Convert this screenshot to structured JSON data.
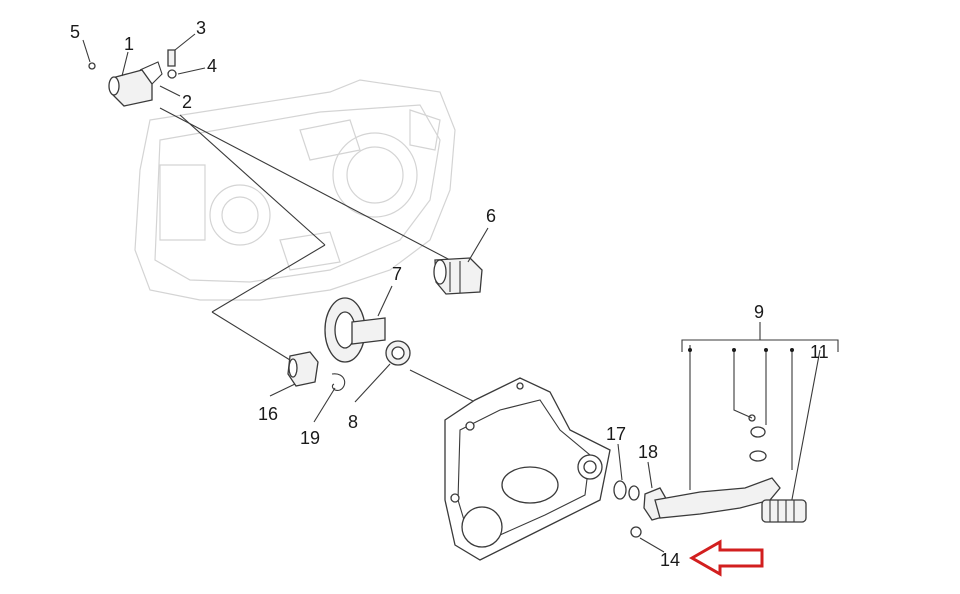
{
  "callouts": [
    {
      "id": "1",
      "text": "1"
    },
    {
      "id": "2",
      "text": "2"
    },
    {
      "id": "3",
      "text": "3"
    },
    {
      "id": "4",
      "text": "4"
    },
    {
      "id": "5",
      "text": "5"
    },
    {
      "id": "6",
      "text": "6"
    },
    {
      "id": "7",
      "text": "7"
    },
    {
      "id": "8",
      "text": "8"
    },
    {
      "id": "9",
      "text": "9"
    },
    {
      "id": "11",
      "text": "11"
    },
    {
      "id": "14",
      "text": "14"
    },
    {
      "id": "16",
      "text": "16"
    },
    {
      "id": "17",
      "text": "17"
    },
    {
      "id": "18",
      "text": "18"
    },
    {
      "id": "19",
      "text": "19"
    }
  ],
  "highlight": {
    "target": "14",
    "color": "#d21f1f"
  },
  "colors": {
    "ink": "#3a3a3a",
    "ghost": "#d4d4d4",
    "background": "#ffffff"
  }
}
